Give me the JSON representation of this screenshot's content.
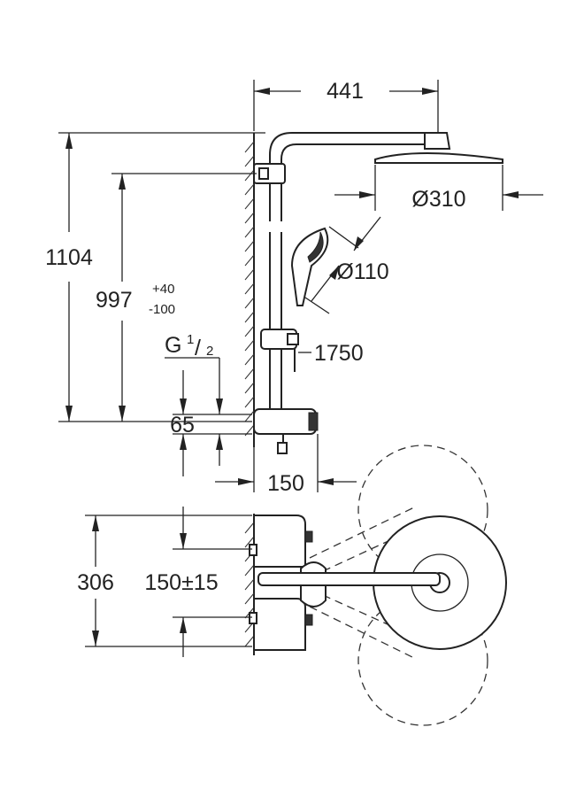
{
  "drawing": {
    "dimensions": {
      "arm_length": "441",
      "head_diameter": "Ø310",
      "hand_shower_diameter": "Ø110",
      "hose_length": "1750",
      "total_height": "1104",
      "outlet_height": "997",
      "outlet_tolerance_plus": "+40",
      "outlet_tolerance_minus": "-100",
      "thread_prefix": "G",
      "thread_num": "1",
      "thread_den": "2",
      "connection_height": "65",
      "wall_depth": "150",
      "width": "306",
      "center_distance": "150±15"
    }
  }
}
